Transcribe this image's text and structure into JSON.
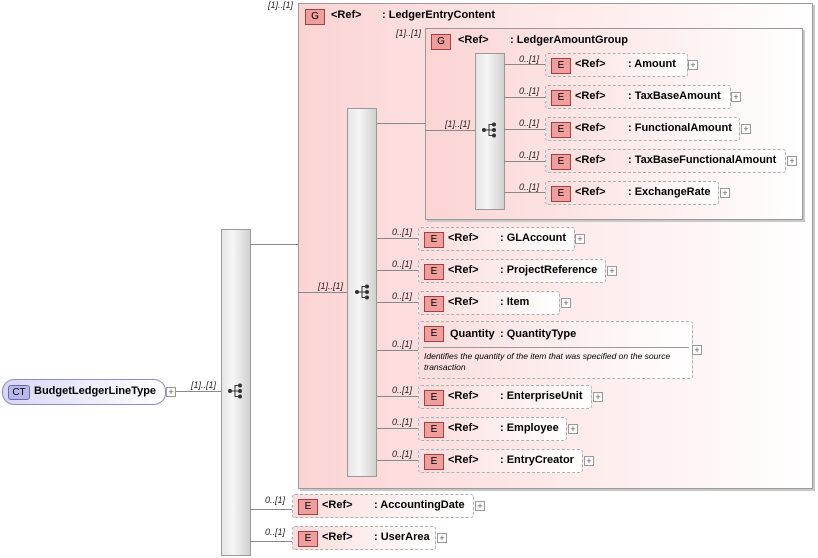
{
  "root": {
    "badge": "CT",
    "name": "BudgetLedgerLineType",
    "occurrence": "[1]..[1]"
  },
  "outer_group": {
    "occurrence": "[1]..[1]",
    "badge": "G",
    "ref": "<Ref>",
    "name": ": LedgerEntryContent"
  },
  "inner_group": {
    "occurrence": "[1]..[1]",
    "badge": "G",
    "ref": "<Ref>",
    "name": ": LedgerAmountGroup"
  },
  "inner_sequence": {
    "occurrence": "[1]..[1]"
  },
  "middle_sequence": {
    "occurrence": "[1]..[1]"
  },
  "amount_elements": [
    {
      "occurrence": "0..[1]",
      "badge": "E",
      "ref": "<Ref>",
      "name": ": Amount"
    },
    {
      "occurrence": "0..[1]",
      "badge": "E",
      "ref": "<Ref>",
      "name": ": TaxBaseAmount"
    },
    {
      "occurrence": "0..[1]",
      "badge": "E",
      "ref": "<Ref>",
      "name": ": FunctionalAmount"
    },
    {
      "occurrence": "0..[1]",
      "badge": "E",
      "ref": "<Ref>",
      "name": ": TaxBaseFunctionalAmount"
    },
    {
      "occurrence": "0..[1]",
      "badge": "E",
      "ref": "<Ref>",
      "name": ": ExchangeRate"
    }
  ],
  "content_elements": [
    {
      "occurrence": "0..[1]",
      "badge": "E",
      "ref": "<Ref>",
      "name": ": GLAccount"
    },
    {
      "occurrence": "0..[1]",
      "badge": "E",
      "ref": "<Ref>",
      "name": ": ProjectReference"
    },
    {
      "occurrence": "0..[1]",
      "badge": "E",
      "ref": "<Ref>",
      "name": ": Item"
    },
    {
      "occurrence": "0..[1]",
      "badge": "E",
      "ref": "Quantity",
      "name": ": QuantityType",
      "doc": "Identifies the quantity of the item that was specified on the source transaction"
    },
    {
      "occurrence": "0..[1]",
      "badge": "E",
      "ref": "<Ref>",
      "name": ": EnterpriseUnit"
    },
    {
      "occurrence": "0..[1]",
      "badge": "E",
      "ref": "<Ref>",
      "name": ": Employee"
    },
    {
      "occurrence": "0..[1]",
      "badge": "E",
      "ref": "<Ref>",
      "name": ": EntryCreator"
    }
  ],
  "tail_elements": [
    {
      "occurrence": "0..[1]",
      "badge": "E",
      "ref": "<Ref>",
      "name": ": AccountingDate"
    },
    {
      "occurrence": "0..[1]",
      "badge": "E",
      "ref": "<Ref>",
      "name": ": UserArea"
    }
  ],
  "plus_glyph": "+",
  "colors": {
    "element_fill": "#fbdcdc",
    "badge_fill": "#ef9e9e",
    "group_fill": "#fcd4d4",
    "complex_type_fill": "#d6d6f5"
  }
}
